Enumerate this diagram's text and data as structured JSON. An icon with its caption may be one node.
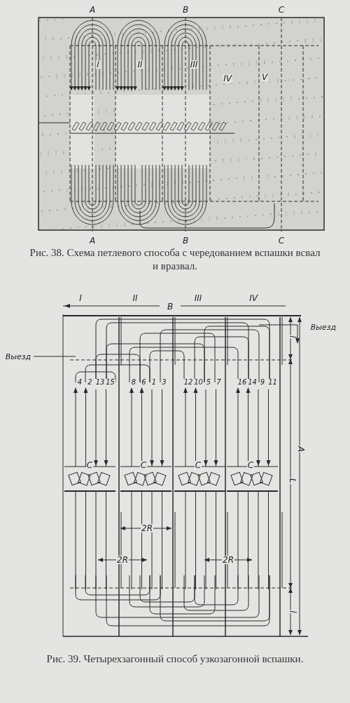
{
  "diagram": {
    "labels": [
      "A",
      "B",
      "C",
      "I",
      "II",
      "III",
      "IV",
      "V",
      "A",
      "B",
      "C",
      "Рис. 38. Схема петлевого способа с чередованием вспашки всвал и вразвал.",
      "I",
      "II",
      "III",
      "IV",
      "B",
      "Выезд",
      "l",
      "Выезд",
      "4",
      "2",
      "13",
      "15",
      "8",
      "6",
      "1",
      "3",
      "12",
      "10",
      "5",
      "7",
      "16",
      "14",
      "9",
      "11",
      "A",
      "C",
      "C",
      "C",
      "C",
      "L",
      "2R",
      "2R",
      "2R",
      "l",
      "Рис. 39. Четырехзагонный способ узкозагонной вспашки."
    ]
  }
}
